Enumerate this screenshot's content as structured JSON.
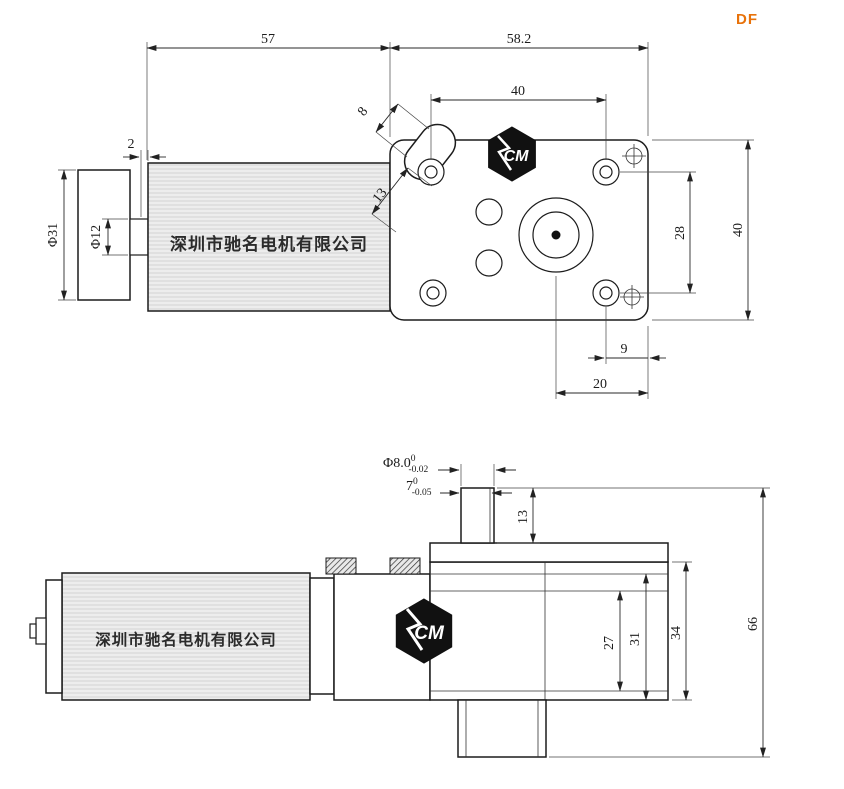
{
  "meta": {
    "watermark": "DF"
  },
  "company_name": "深圳市驰名电机有限公司",
  "logo_text": "CM",
  "colors": {
    "watermark": "#e8720a",
    "line": "#1c1c1c",
    "motor_fill": "#ededed"
  },
  "top_view": {
    "dims": {
      "motor_length": "57",
      "gearbox_width": "58.2",
      "rear_step": "2",
      "motor_dia": "Φ31",
      "rear_boss_dia": "Φ12",
      "hole_spacing_h": "40",
      "hole_spacing_v": "28",
      "plate_height": "40",
      "hole_to_edge": "9",
      "shaft_to_edge": "20",
      "slot_width": "8",
      "slot_length": "13"
    }
  },
  "side_view": {
    "dims": {
      "shaft_dia": "Φ8.0",
      "shaft_dia_tol_upper": "0",
      "shaft_dia_tol_lower": "-0.02",
      "flat_width": "7",
      "flat_tol_upper": "0",
      "flat_tol_lower": "-0.05",
      "shaft_length": "13",
      "inner_height": "27",
      "body_height": "31",
      "gearbox_height": "34",
      "total_height": "66"
    }
  }
}
